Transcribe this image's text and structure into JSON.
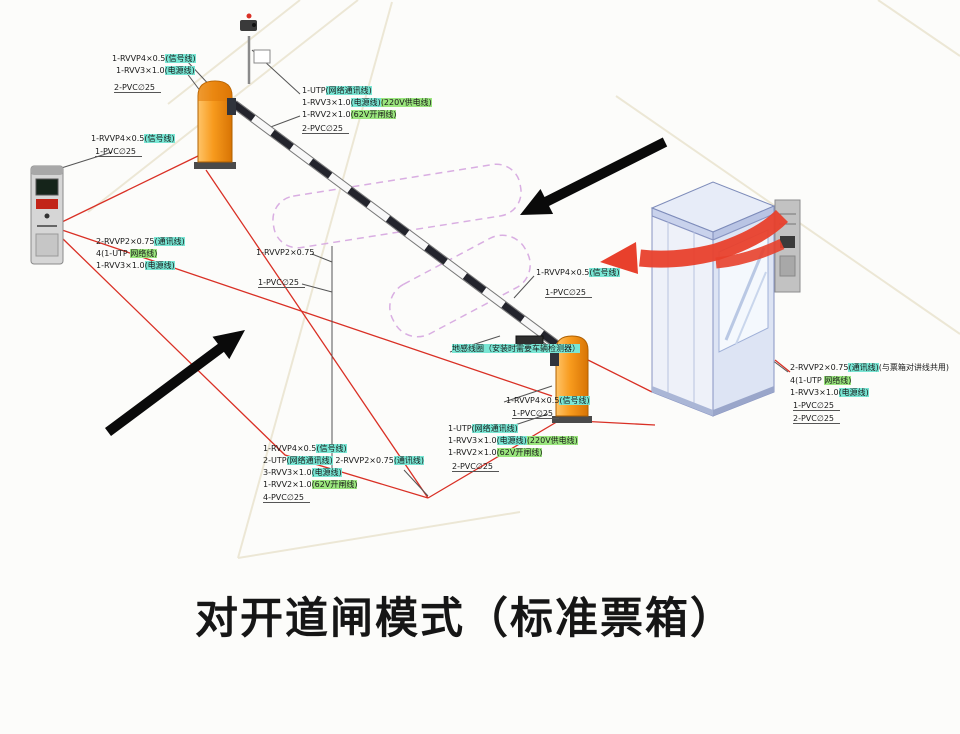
{
  "page": {
    "title": "对开道闸模式（标准票箱）"
  },
  "colors": {
    "cable_red": "#d93025",
    "gate_orange": "#f79a1d",
    "highlight_cyan": "#79e6d4",
    "highlight_green": "#9ae67d",
    "booth_blue": "#dde4f4",
    "arrow_black": "#0a0a0a"
  },
  "labels": {
    "a1": {
      "p": "1-RVVP4×0.5",
      "h": "(信号线)"
    },
    "a2": {
      "p": "1-RVV3×1.0",
      "h": "(电源线)"
    },
    "a3": {
      "p": "2-PVC∅25"
    },
    "b1": {
      "p": "1-RVVP4×0.5",
      "h": "(信号线)"
    },
    "b2": {
      "p": "1-PVC∅25"
    },
    "c1": {
      "p": "1-UTP",
      "h": "(网络通讯线)"
    },
    "c2": {
      "p": "1-RVV3×1.0",
      "h": "(电源线)",
      "h2": "(220V供电线)"
    },
    "c3": {
      "p": "1-RVV2×1.0",
      "h2": "(62V开闸线)"
    },
    "c4": {
      "p": "2-PVC∅25"
    },
    "d1": {
      "p": "2-RVVP2×0.75",
      "h": "(通讯线)"
    },
    "d2": {
      "p": "4(1-UTP ",
      "h2": "网络线)"
    },
    "d3": {
      "p": "1-RVV3×1.0",
      "h": "(电源线)"
    },
    "e1": {
      "p": "1-RVVP2×0.75"
    },
    "e2": {
      "p": "1-PVC∅25"
    },
    "f1": {
      "p": "1-RVVP4×0.5",
      "h": "(信号线)"
    },
    "f2": {
      "p": "1-PVC∅25"
    },
    "g": {
      "h": "地感线圈（安装时需要车辆检测器）"
    },
    "h1": {
      "p": "1-RVVP4×0.5",
      "h": "(信号线)"
    },
    "h2": {
      "p": "1-PVC∅25"
    },
    "i1": {
      "p": "1-UTP",
      "h": "(网络通讯线)"
    },
    "i2": {
      "p": "1-RVV3×1.0",
      "h": "(电源线)",
      "h2": "(220V供电线)"
    },
    "i3": {
      "p": "1-RVV2×1.0",
      "h2": "(62V开闸线)"
    },
    "i4": {
      "p": "2-PVC∅25"
    },
    "j1": {
      "p": "1-RVVP4×0.5",
      "h": "(信号线)"
    },
    "j2": {
      "p": "2-UTP",
      "h": "(网络通讯线)",
      "s": " 2-RVVP2×0.75",
      "h2": "(通讯线)"
    },
    "j3": {
      "p": "3-RVV3×1.0",
      "h": "(电源线)"
    },
    "j4": {
      "p": "1-RVV2×1.0",
      "h2": "(62V开闸线)"
    },
    "j5": {
      "p": "4-PVC∅25"
    },
    "k1": {
      "p": "2-RVVP2×0.75",
      "h": "(通讯线)",
      "s": "(与票箱对讲线共用)"
    },
    "k2": {
      "p": "4(1-UTP ",
      "h2": "网络线)"
    },
    "k3": {
      "p": "1-RVV3×1.0",
      "h": "(电源线)"
    },
    "k4": {
      "p": "1-PVC∅25"
    },
    "k5": {
      "p": "2-PVC∅25"
    }
  }
}
